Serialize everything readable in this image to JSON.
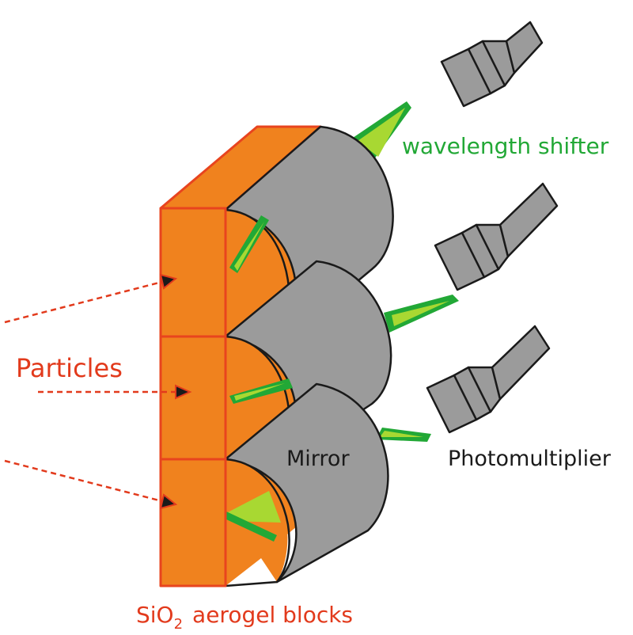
{
  "labels": {
    "wavelength_shifter": "wavelength shifter",
    "particles": "Particles",
    "mirror": "Mirror",
    "photomultiplier": "Photomultiplier",
    "aerogel_prefix": "SiO",
    "aerogel_subscript": "2",
    "aerogel_suffix": "aerogel blocks"
  },
  "colors": {
    "aerogel": "#f0821e",
    "aerogel_edge": "#e8441e",
    "mirror": "#9b9b9b",
    "shifter_light": "#a8d832",
    "shifter_dark": "#22a836",
    "shifter_text": "#22a836",
    "particle": "#e23a1c",
    "pmt": "#9b9b9b",
    "outline": "#1a1a1a"
  }
}
